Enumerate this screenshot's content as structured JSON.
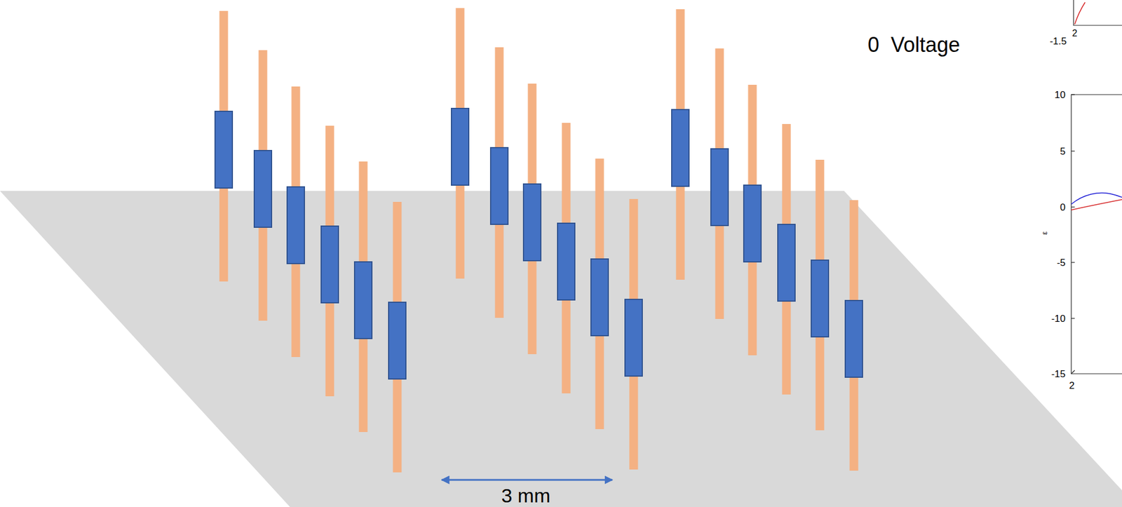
{
  "diagram": {
    "labels": [
      "-1.5",
      "2",
      "0  Voltage",
      "10",
      "5",
      "0",
      "-5",
      "-10",
      "-15",
      "ε",
      "2",
      "3 mm"
    ]
  }
}
